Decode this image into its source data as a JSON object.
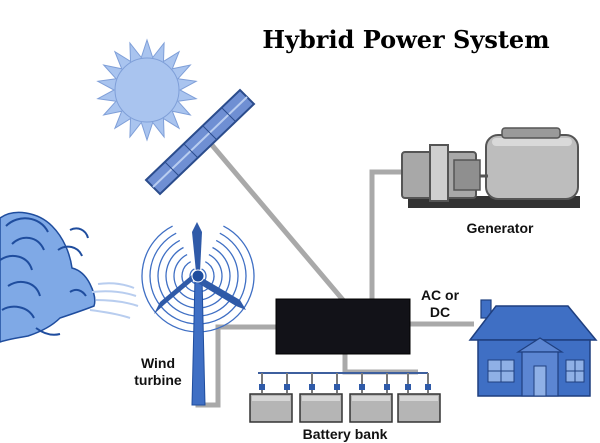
{
  "title": "Hybrid Power System",
  "labels": {
    "generator": "Generator",
    "ac_dc_line1": "AC or",
    "ac_dc_line2": "DC",
    "wind_line1": "Wind",
    "wind_line2": "turbine",
    "battery_bank": "Battery bank"
  },
  "colors": {
    "wire": "#a9a9a9",
    "solar_blue": "#6f8fd3",
    "sun_blue": "#a9c4ef",
    "house_blue": "#3f6fc4",
    "controller": "#121218",
    "generator_gray": "#bdbdbd",
    "battery_gray": "#b5b5b5"
  }
}
